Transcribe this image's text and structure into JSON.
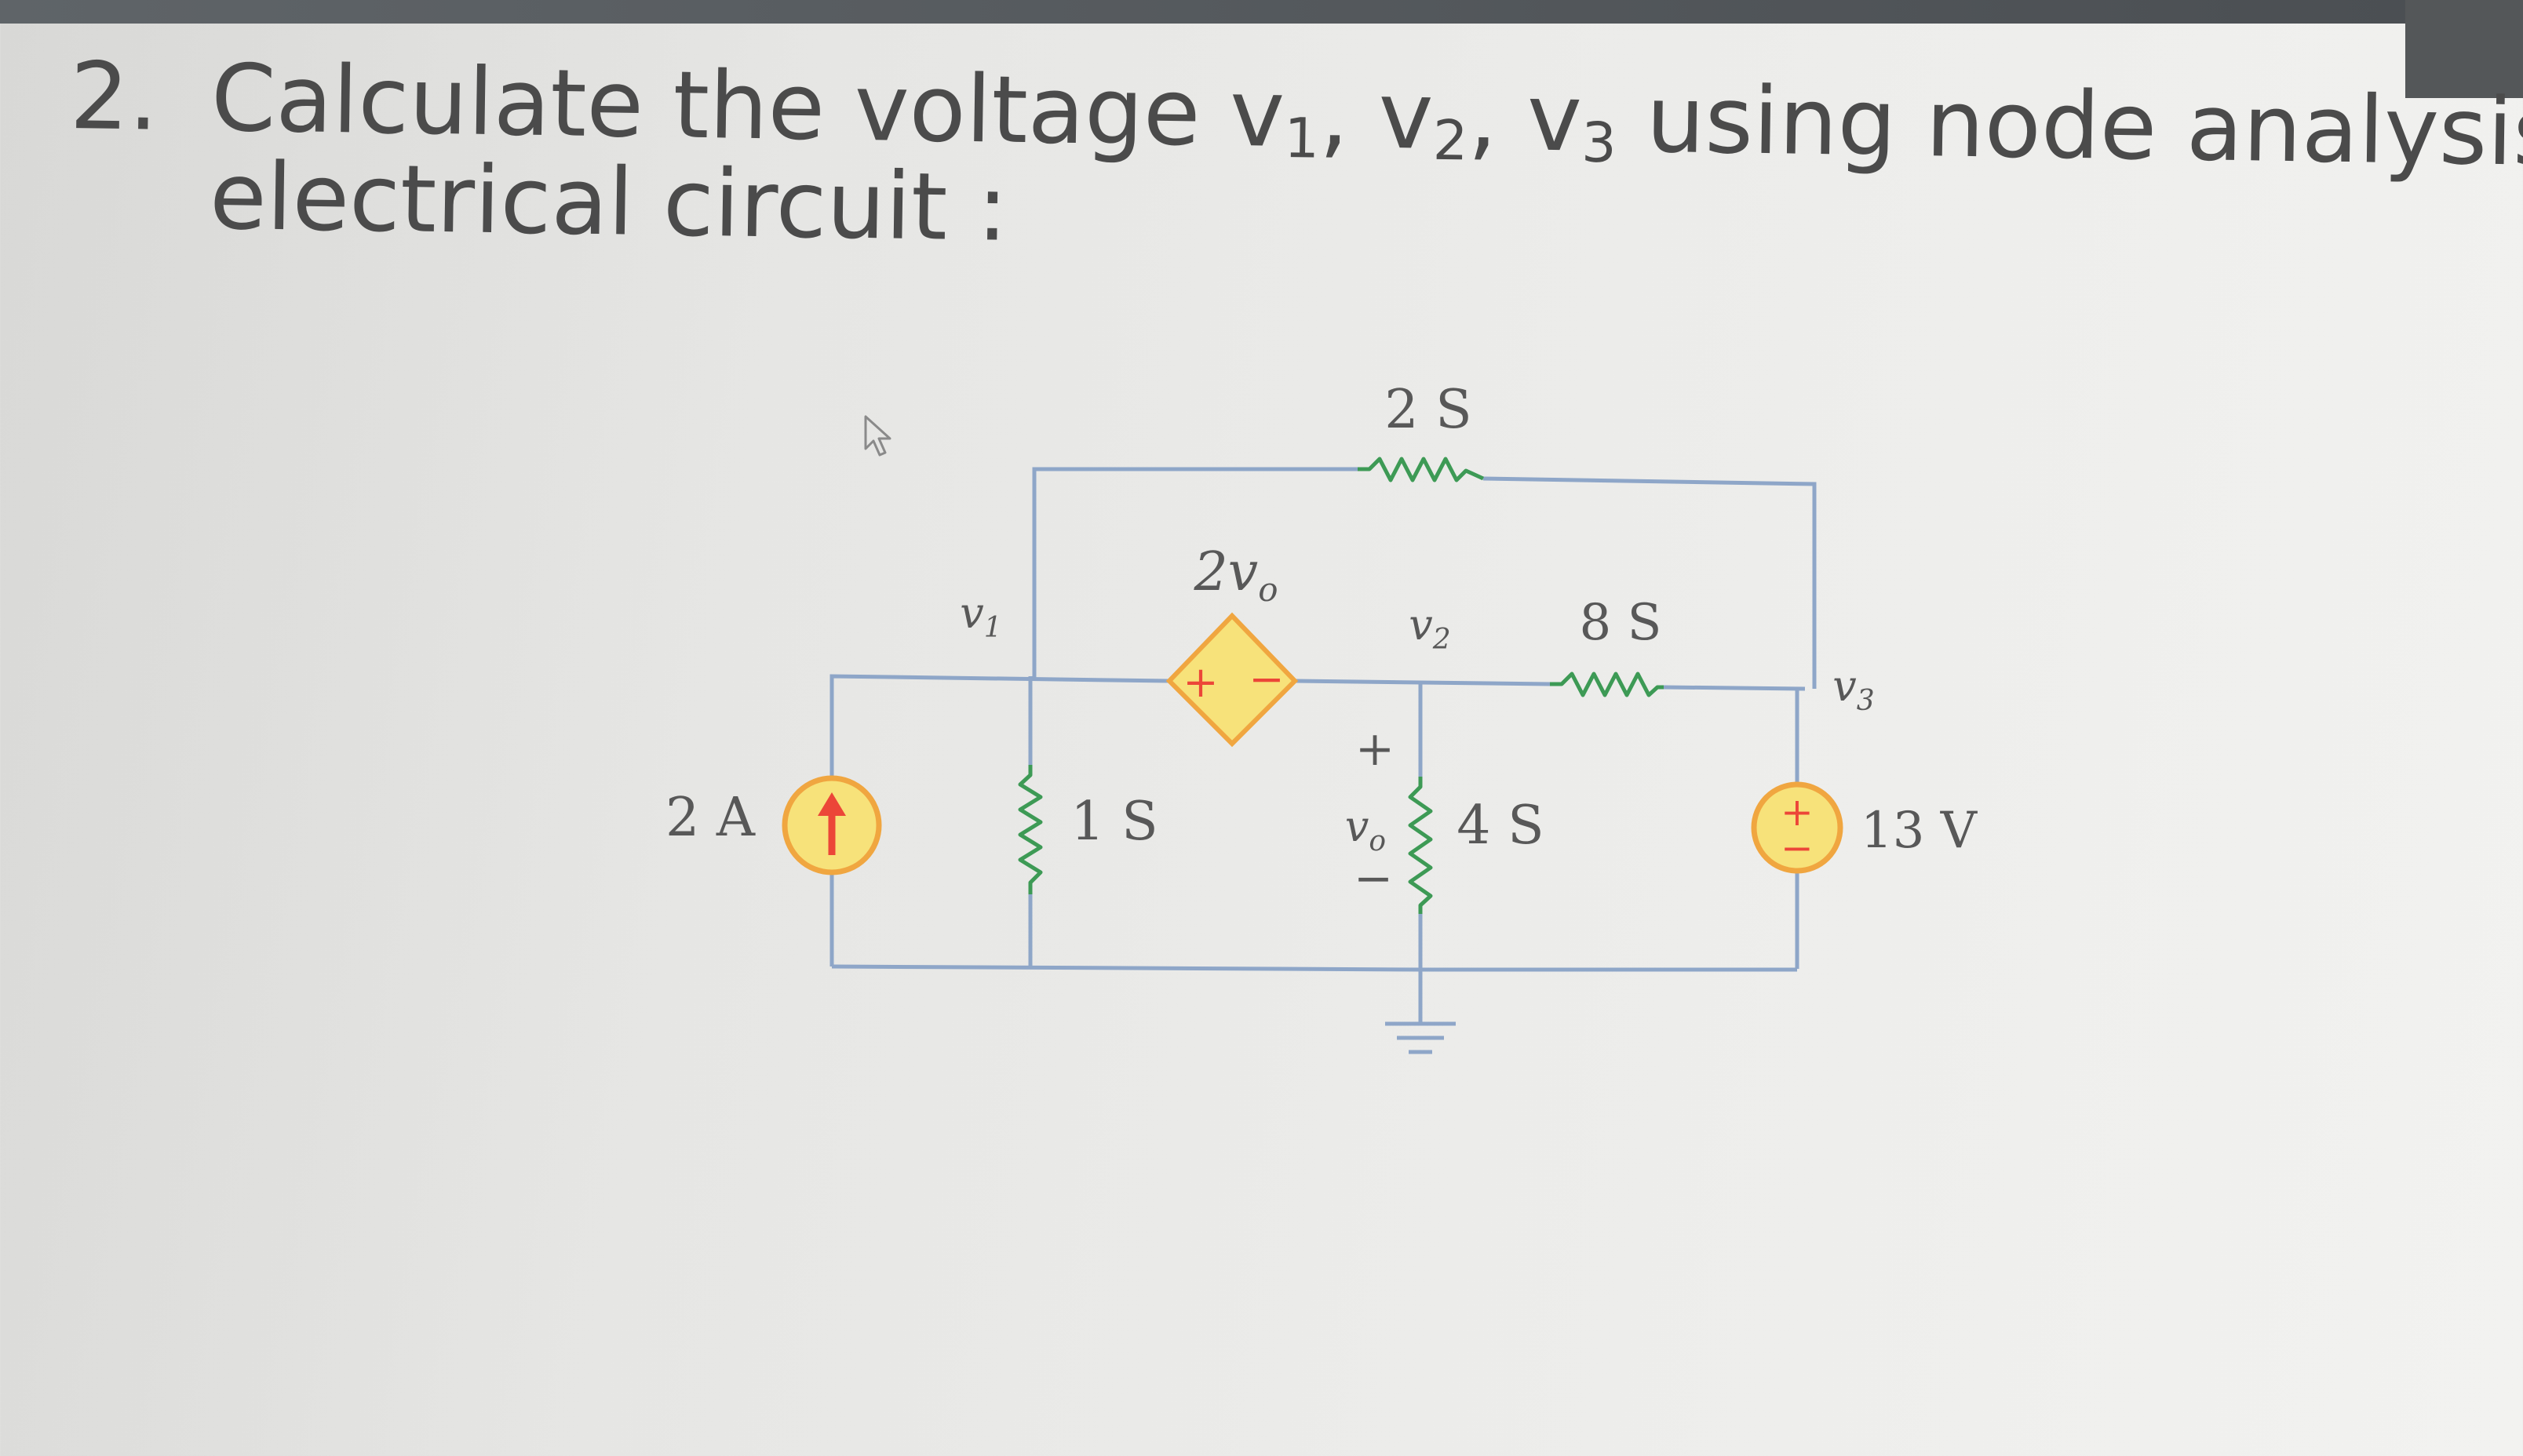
{
  "question": {
    "number": "2.",
    "text_before": "Calculate the voltage ",
    "v1_symbol": "v",
    "v1_sub": "1",
    "sep1": ", ",
    "v2_symbol": "v",
    "v2_sub": "2",
    "sep2": ", ",
    "v3_symbol": "v",
    "v3_sub": "3",
    "text_after": " using node analysis, in the following",
    "line2": "electrical circuit :"
  },
  "circuit": {
    "current_source_label": "2 A",
    "resistor_1_label": "1 S",
    "resistor_2_label": "2 S",
    "resistor_4_label": "4 S",
    "resistor_8_label": "8 S",
    "dependent_source_label": "2v",
    "dependent_source_sub": "o",
    "dependent_plus": "+",
    "dependent_minus": "−",
    "voltage_source_label": "13 V",
    "voltage_source_plus": "+",
    "voltage_source_minus": "−",
    "node_v1": "v",
    "node_v1_sub": "1",
    "node_v2": "v",
    "node_v2_sub": "2",
    "node_v3": "v",
    "node_v3_sub": "3",
    "vo_symbol": "v",
    "vo_sub": "o",
    "vo_plus": "+",
    "vo_minus": "−"
  },
  "colors": {
    "wire": "#8ea6c8",
    "resistor": "#3d9a55",
    "source_fill": "#f7e27a",
    "source_stroke": "#f0a640",
    "arrow": "#ec4638",
    "text": "#4b4b4b"
  },
  "icons": [
    "mouse-pointer-icon",
    "current-source-icon",
    "voltage-source-icon",
    "dependent-source-icon",
    "ground-icon"
  ]
}
